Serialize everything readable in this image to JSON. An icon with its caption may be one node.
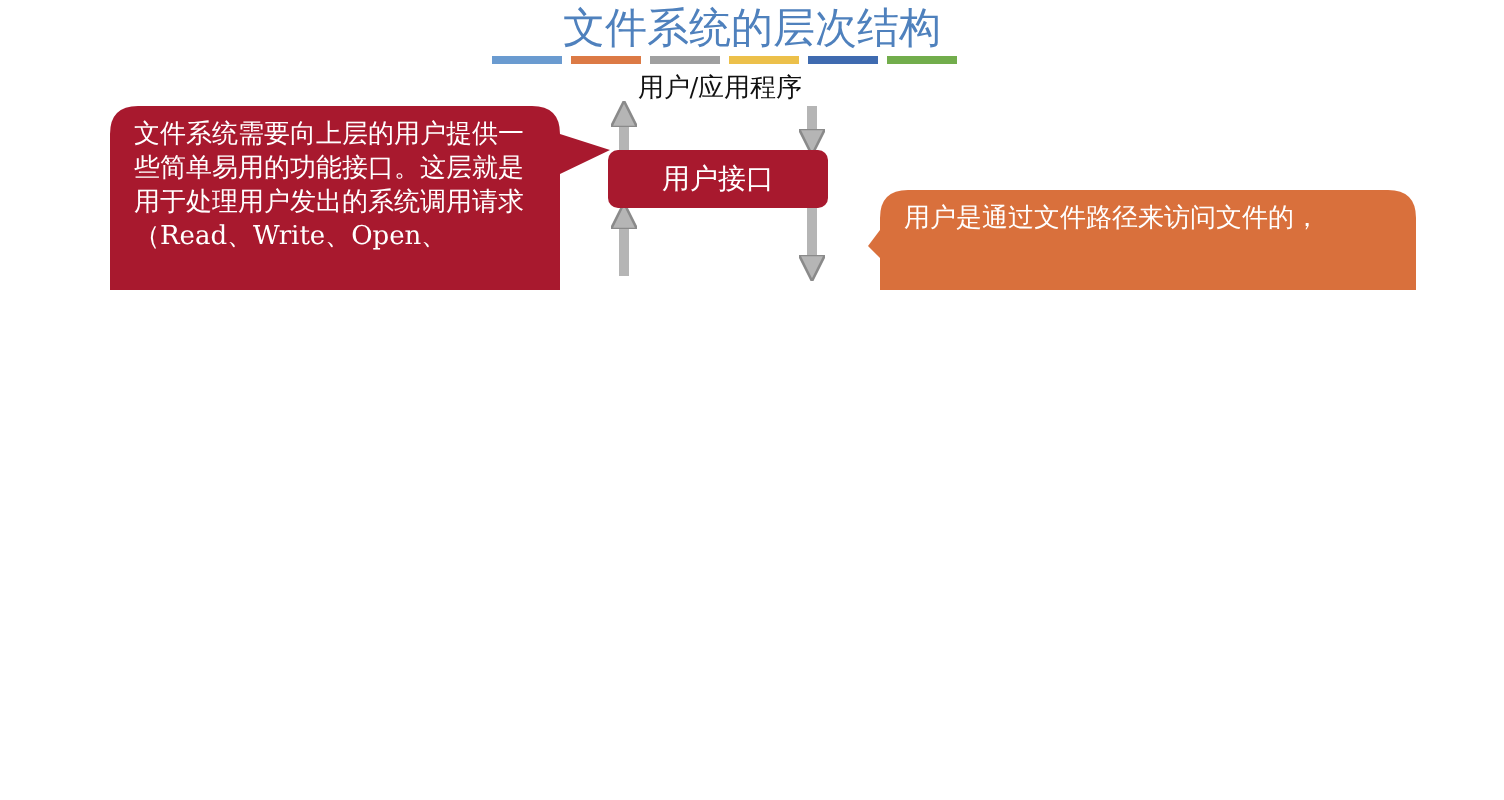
{
  "diagram": {
    "title": "文件系统的层次结构",
    "nodes": [
      {
        "text": [
          "用户/应用程序"
        ]
      },
      {
        "text": [
          "用户接口"
        ]
      },
      {
        "text": [
          "文件系统需要向上层的用户提供一些简单易用的功能接口。这层就是用于处理用户发出的系统调用请求（Read、Write、Open、"
        ]
      },
      {
        "text": [
          "用户是通过文件路径来访问文件的，"
        ]
      }
    ],
    "edges": [
      {
        "from": 1,
        "to": 0,
        "arrow": "to"
      },
      {
        "from": 0,
        "to": 1,
        "arrow": "to"
      },
      {
        "from": null,
        "to": 1,
        "arrow": "to"
      },
      {
        "from": 1,
        "to": null,
        "arrow": "to"
      }
    ]
  }
}
